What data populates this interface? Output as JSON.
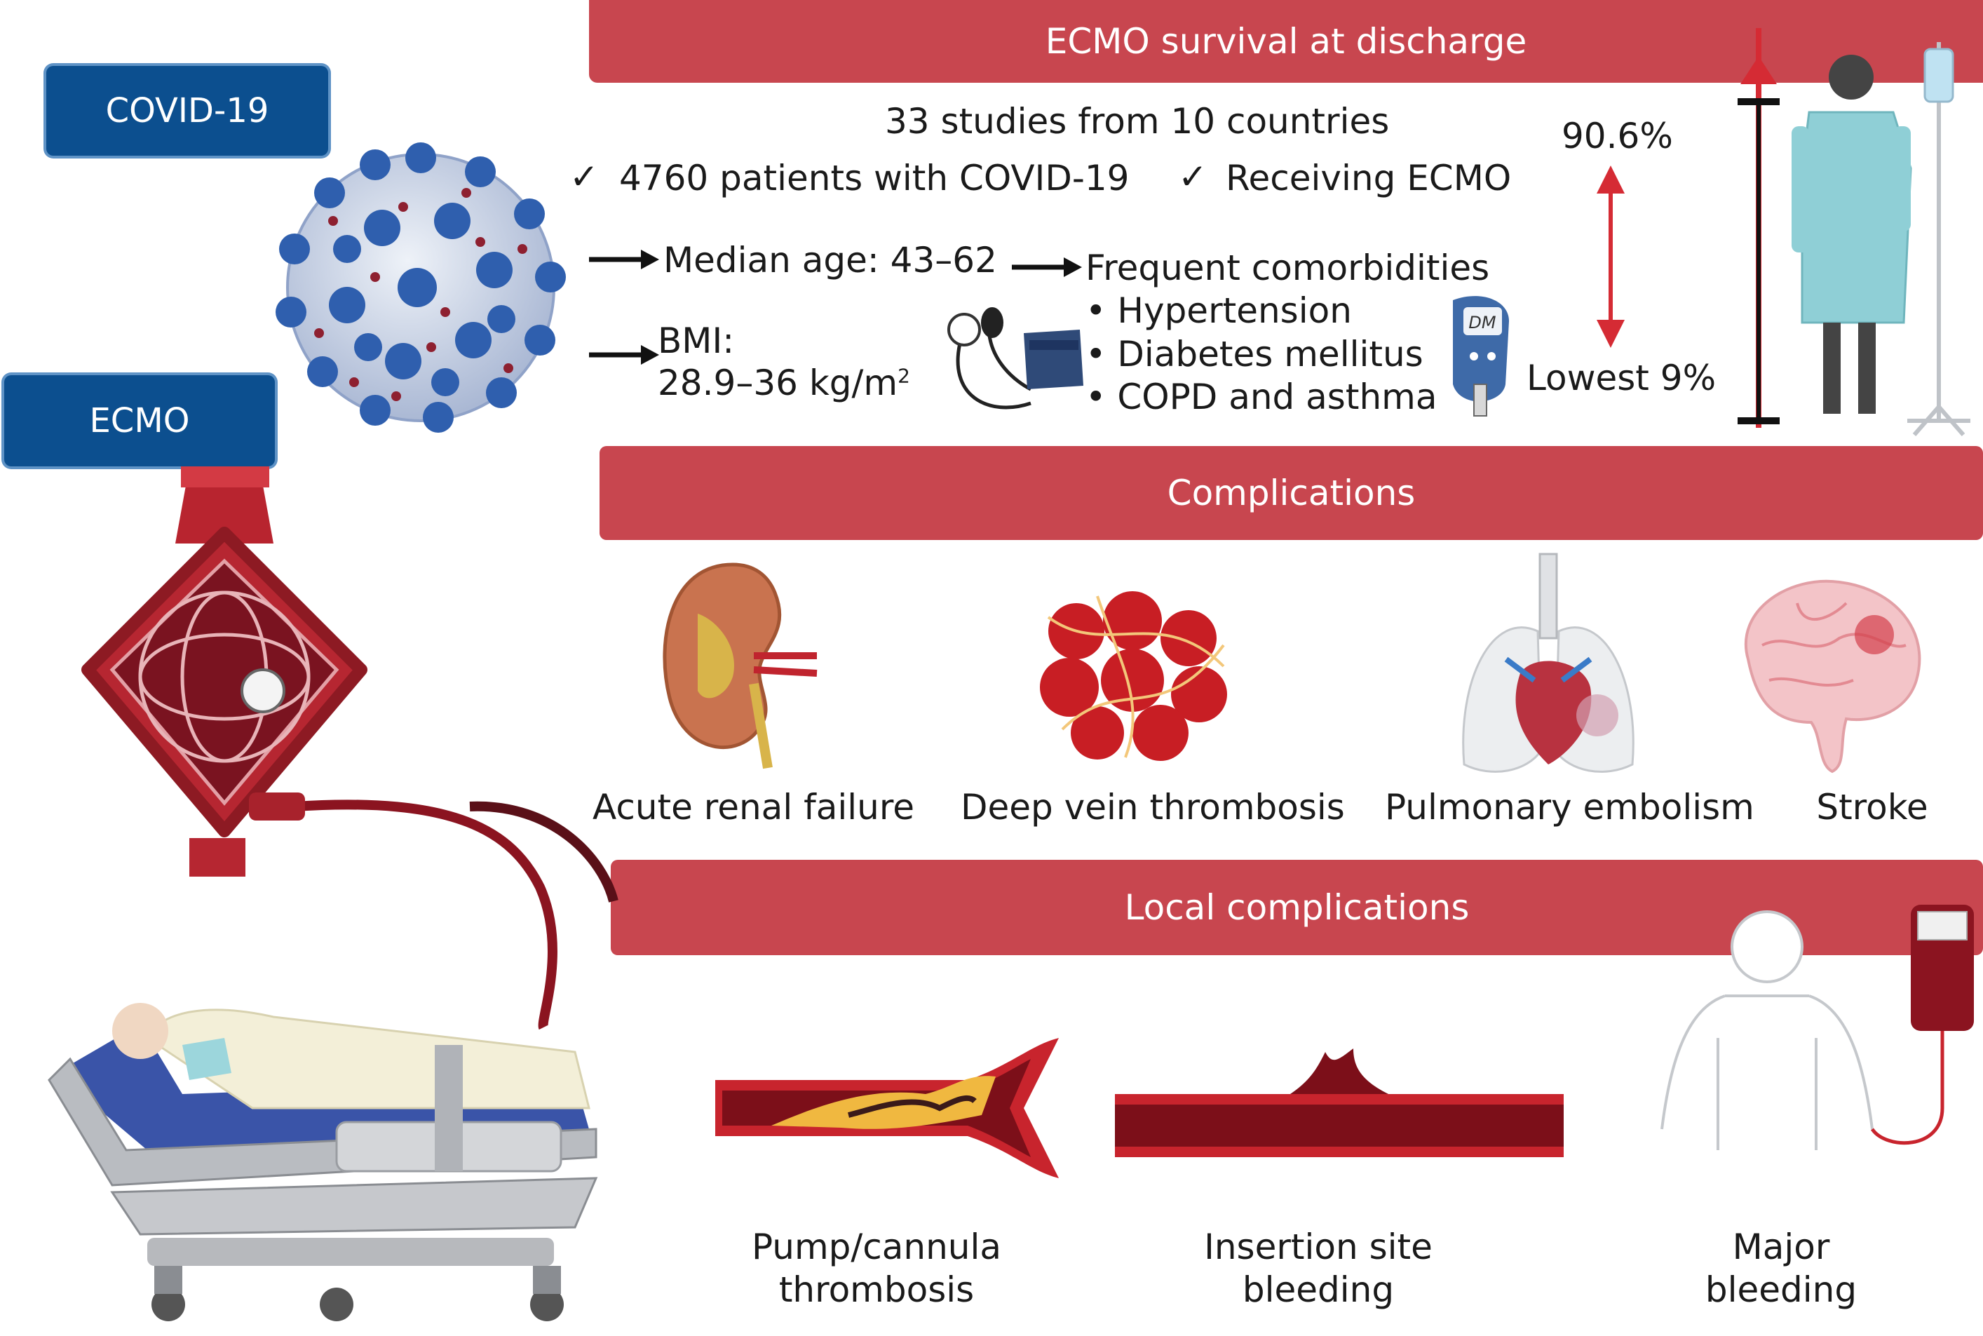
{
  "labels": {
    "covid": "COVID-19",
    "ecmo": "ECMO"
  },
  "banners": {
    "survival": "ECMO survival at discharge",
    "complications": "Complications",
    "local": "Local complications"
  },
  "summary": {
    "studies": "33 studies from 10 countries",
    "patients": "4760 patients with COVID-19",
    "receiving": "Receiving ECMO",
    "check_mark": "✓",
    "median_age": "Median age: 43–62",
    "bmi_label": "BMI:",
    "bmi_value": "28.9–36 kg/m",
    "bmi_unit_sup": "2",
    "comorbidities_title": "Frequent comorbidities",
    "comorbidities": [
      "• Hypertension",
      "• Diabetes mellitus",
      "• COPD and asthma"
    ],
    "glucometer_text": "DM"
  },
  "survival": {
    "high": "90.6%",
    "low": "Lowest 9%"
  },
  "complications": [
    "Acute renal failure",
    "Deep vein thrombosis",
    "Pulmonary embolism",
    "Stroke"
  ],
  "local_complications": [
    {
      "line1": "Pump/cannula",
      "line2": "thrombosis"
    },
    {
      "line1": "Insertion site",
      "line2": "bleeding"
    },
    {
      "line1": "Major",
      "line2": "bleeding"
    }
  ],
  "colors": {
    "banner": "#c8464f",
    "tag": "#0c4f8f",
    "arrow_red": "#d52b34",
    "blood": "#8b1420"
  },
  "icons": [
    "virus-icon",
    "ecmo-pump-icon",
    "hospital-bed-icon",
    "blood-pressure-monitor-icon",
    "glucometer-icon",
    "patient-iv-icon",
    "kidney-icon",
    "blood-clot-icon",
    "lungs-heart-icon",
    "brain-icon",
    "thrombosed-vessel-icon",
    "bleeding-vessel-icon",
    "torso-transfusion-icon"
  ]
}
